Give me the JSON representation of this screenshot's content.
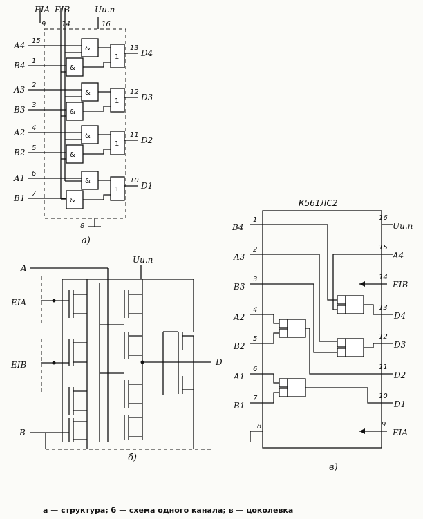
{
  "panel_a": {
    "caption": "а)",
    "top_signals": [
      "EIA",
      "EIB",
      "Uи.п"
    ],
    "top_pins": [
      "9",
      "14",
      "16"
    ],
    "gnd_pin": "8",
    "channels": [
      {
        "in_a": "A4",
        "pin_a": "15",
        "in_b": "B4",
        "pin_b": "1",
        "out": "D4",
        "pin_out": "13"
      },
      {
        "in_a": "A3",
        "pin_a": "2",
        "in_b": "B3",
        "pin_b": "3",
        "out": "D3",
        "pin_out": "12"
      },
      {
        "in_a": "A2",
        "pin_a": "4",
        "in_b": "B2",
        "pin_b": "5",
        "out": "D2",
        "pin_out": "11"
      },
      {
        "in_a": "A1",
        "pin_a": "6",
        "in_b": "B1",
        "pin_b": "7",
        "out": "D1",
        "pin_out": "10"
      }
    ],
    "and_symbol": "&",
    "or_symbol": "1"
  },
  "panel_b": {
    "caption": "б)",
    "inputs": [
      "A",
      "EIA",
      "EIB",
      "B"
    ],
    "supply": "Uи.п",
    "output": "D"
  },
  "panel_c": {
    "caption": "в)",
    "chip_name": "К561ЛС2",
    "left_pins": [
      {
        "label": "B4",
        "pin": "1"
      },
      {
        "label": "A3",
        "pin": "2"
      },
      {
        "label": "B3",
        "pin": "3"
      },
      {
        "label": "A2",
        "pin": "4"
      },
      {
        "label": "B2",
        "pin": "5"
      },
      {
        "label": "A1",
        "pin": "6"
      },
      {
        "label": "B1",
        "pin": "7"
      },
      {
        "label": "",
        "pin": "8"
      }
    ],
    "right_pins": [
      {
        "label": "Uи.п",
        "pin": "16"
      },
      {
        "label": "A4",
        "pin": "15"
      },
      {
        "label": "EIB",
        "pin": "14"
      },
      {
        "label": "D4",
        "pin": "13"
      },
      {
        "label": "D3",
        "pin": "12"
      },
      {
        "label": "D2",
        "pin": "11"
      },
      {
        "label": "D1",
        "pin": "10"
      },
      {
        "label": "EIA",
        "pin": "9"
      }
    ]
  },
  "footnote": "а — структура; б — схема одного канала; в — цоколевка"
}
